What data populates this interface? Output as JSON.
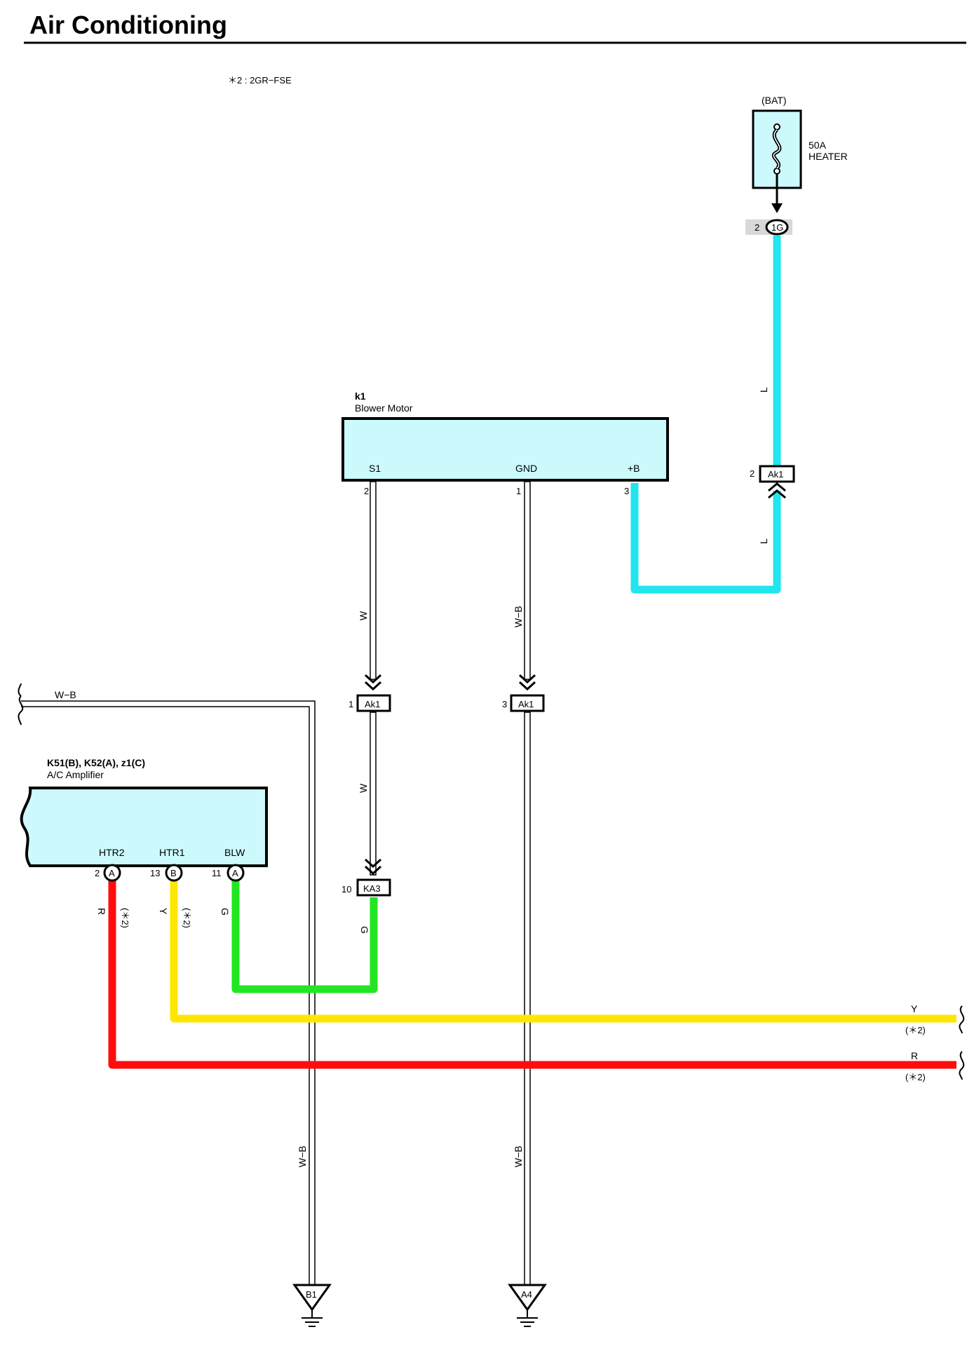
{
  "page": {
    "title": "Air Conditioning",
    "note": "＊2 : 2GR−FSE"
  },
  "colors": {
    "L": "#22e5ee",
    "G": "#22e622",
    "Y": "#ffe600",
    "R": "#ff0d0d",
    "component_fill": "#ccfafc"
  },
  "fuse": {
    "supply": "(BAT)",
    "rating": "50A",
    "name": "HEATER",
    "connector_pin": "2",
    "connector": "1G"
  },
  "blower_motor": {
    "code": "k1",
    "name": "Blower Motor",
    "terminals": [
      {
        "label": "S1",
        "pin": "2"
      },
      {
        "label": "GND",
        "pin": "1"
      },
      {
        "label": "+B",
        "pin": "3"
      }
    ]
  },
  "amplifier": {
    "codes": "K51(B), K52(A), z1(C)",
    "name": "A/C Amplifier",
    "terminals": [
      {
        "label": "HTR2",
        "pin": "2",
        "connector": "A",
        "wire": "R",
        "note": "(＊2)"
      },
      {
        "label": "HTR1",
        "pin": "13",
        "connector": "B",
        "wire": "Y",
        "note": "(＊2)"
      },
      {
        "label": "BLW",
        "pin": "11",
        "connector": "A",
        "wire": "G"
      }
    ]
  },
  "junctions": [
    {
      "pin": "2",
      "connector": "Ak1"
    },
    {
      "pin": "1",
      "connector": "Ak1"
    },
    {
      "pin": "3",
      "connector": "Ak1"
    },
    {
      "pin": "10",
      "connector": "KA3"
    }
  ],
  "wire_labels": {
    "L_upper": "L",
    "L_lower": "L",
    "W_upper": "W",
    "W_lower": "W",
    "WB_gnd_upper": "W−B",
    "WB_top": "W−B",
    "WB_left_lower": "W−B",
    "WB_right_lower": "W−B",
    "G_ka3": "G",
    "Y_right": "Y",
    "Y_right_note": "(＊2)",
    "R_right": "R",
    "R_right_note": "(＊2)"
  },
  "grounds": [
    "B1",
    "A4"
  ]
}
